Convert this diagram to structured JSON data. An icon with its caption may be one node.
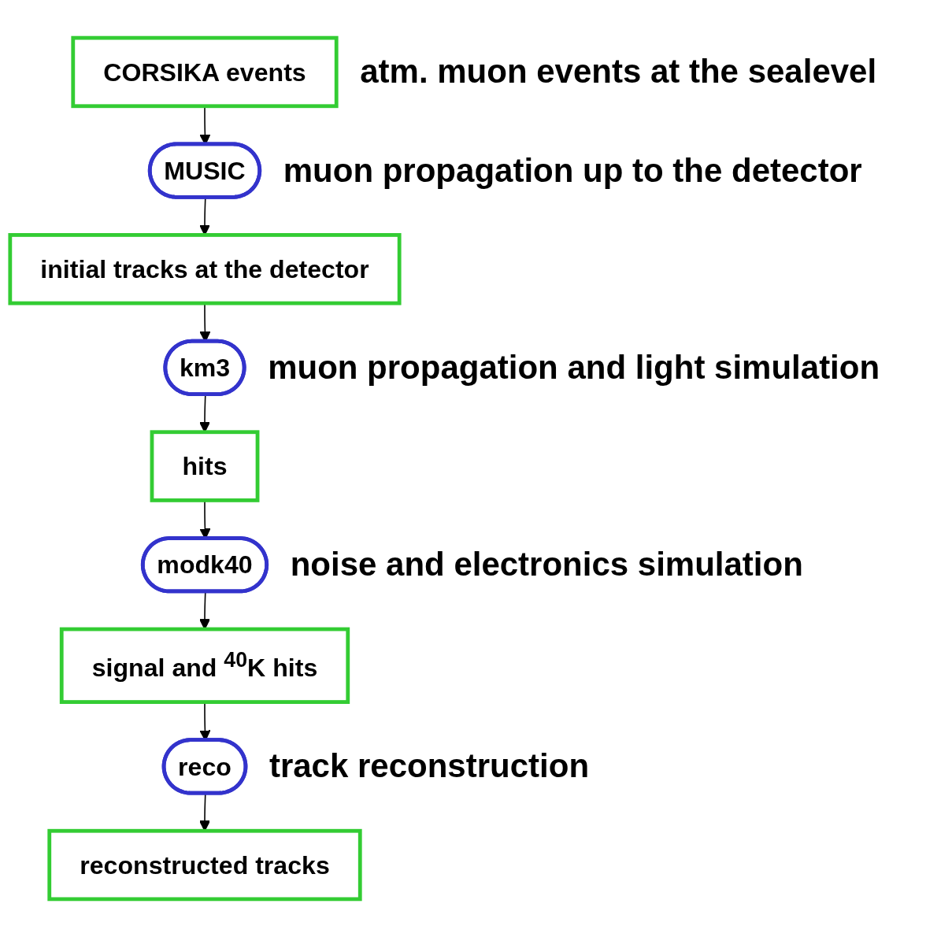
{
  "diagram": {
    "nodes": [
      {
        "text": [
          "CORSIKA events"
        ],
        "beside": [
          "atm. muon events at the sealevel"
        ]
      },
      {
        "text": [
          "MUSIC"
        ],
        "beside": [
          "muon propagation up to the detector"
        ]
      },
      {
        "text": [
          "initial tracks at the detector"
        ]
      },
      {
        "text": [
          "km3"
        ],
        "beside": [
          "muon propagation and light simulation"
        ]
      },
      {
        "text": [
          "hits"
        ]
      },
      {
        "text": [
          "modk40"
        ],
        "beside": [
          "noise and electronics simulation"
        ]
      },
      {
        "text": [
          "signal and $^{40}$K hits"
        ]
      },
      {
        "text": [
          "reco"
        ],
        "beside": [
          "track reconstruction"
        ]
      },
      {
        "text": [
          "reconstructed tracks"
        ]
      }
    ],
    "edges": [
      {
        "from": 0,
        "to": 1,
        "arrow": "to"
      },
      {
        "from": 1,
        "to": 2,
        "arrow": "to"
      },
      {
        "from": 2,
        "to": 3,
        "arrow": "to"
      },
      {
        "from": 3,
        "to": 4,
        "arrow": "to"
      },
      {
        "from": 4,
        "to": 5,
        "arrow": "to"
      },
      {
        "from": 5,
        "to": 6,
        "arrow": "to"
      },
      {
        "from": 6,
        "to": 7,
        "arrow": "to"
      },
      {
        "from": 7,
        "to": 8,
        "arrow": "to"
      }
    ]
  }
}
